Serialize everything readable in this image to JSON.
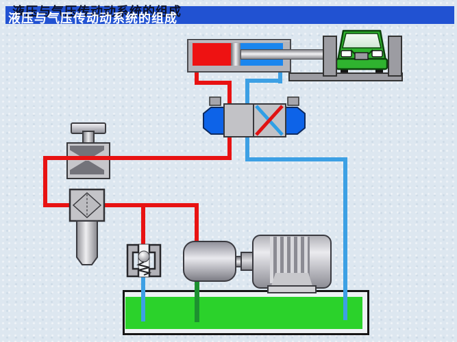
{
  "title": {
    "text": "液压与气压传动动系统的组成",
    "shadow_text": "液压与气压传动动系统的组成"
  },
  "colors": {
    "title_bar": "#2152d2",
    "title_text": "#ffffff",
    "title_shadow_text": "#0d1228",
    "background": "#dde7f0",
    "pipe_pressure_red": "#e81212",
    "pipe_return_blue": "#3da0e4",
    "pipe_suction_green": "#1d9030",
    "tank_fluid_green": "#2bd22b",
    "cylinder_red_chamber": "#ee1212",
    "cylinder_blue_chamber": "#1b86ee",
    "solenoid_blue": "#0d63e8",
    "car_green": "#2fb32f",
    "component_gray": "#c2c2c6"
  },
  "components": [
    "hydraulic-cylinder",
    "piston",
    "piston-rod",
    "car-load",
    "lift-platform",
    "directional-control-valve",
    "solenoid-left",
    "solenoid-right",
    "throttle-relief-valve",
    "filter",
    "spring-check-valve",
    "hydraulic-pump",
    "shaft-coupling",
    "electric-motor",
    "oil-tank",
    "pressure-pipe",
    "return-pipe",
    "suction-pipe"
  ]
}
